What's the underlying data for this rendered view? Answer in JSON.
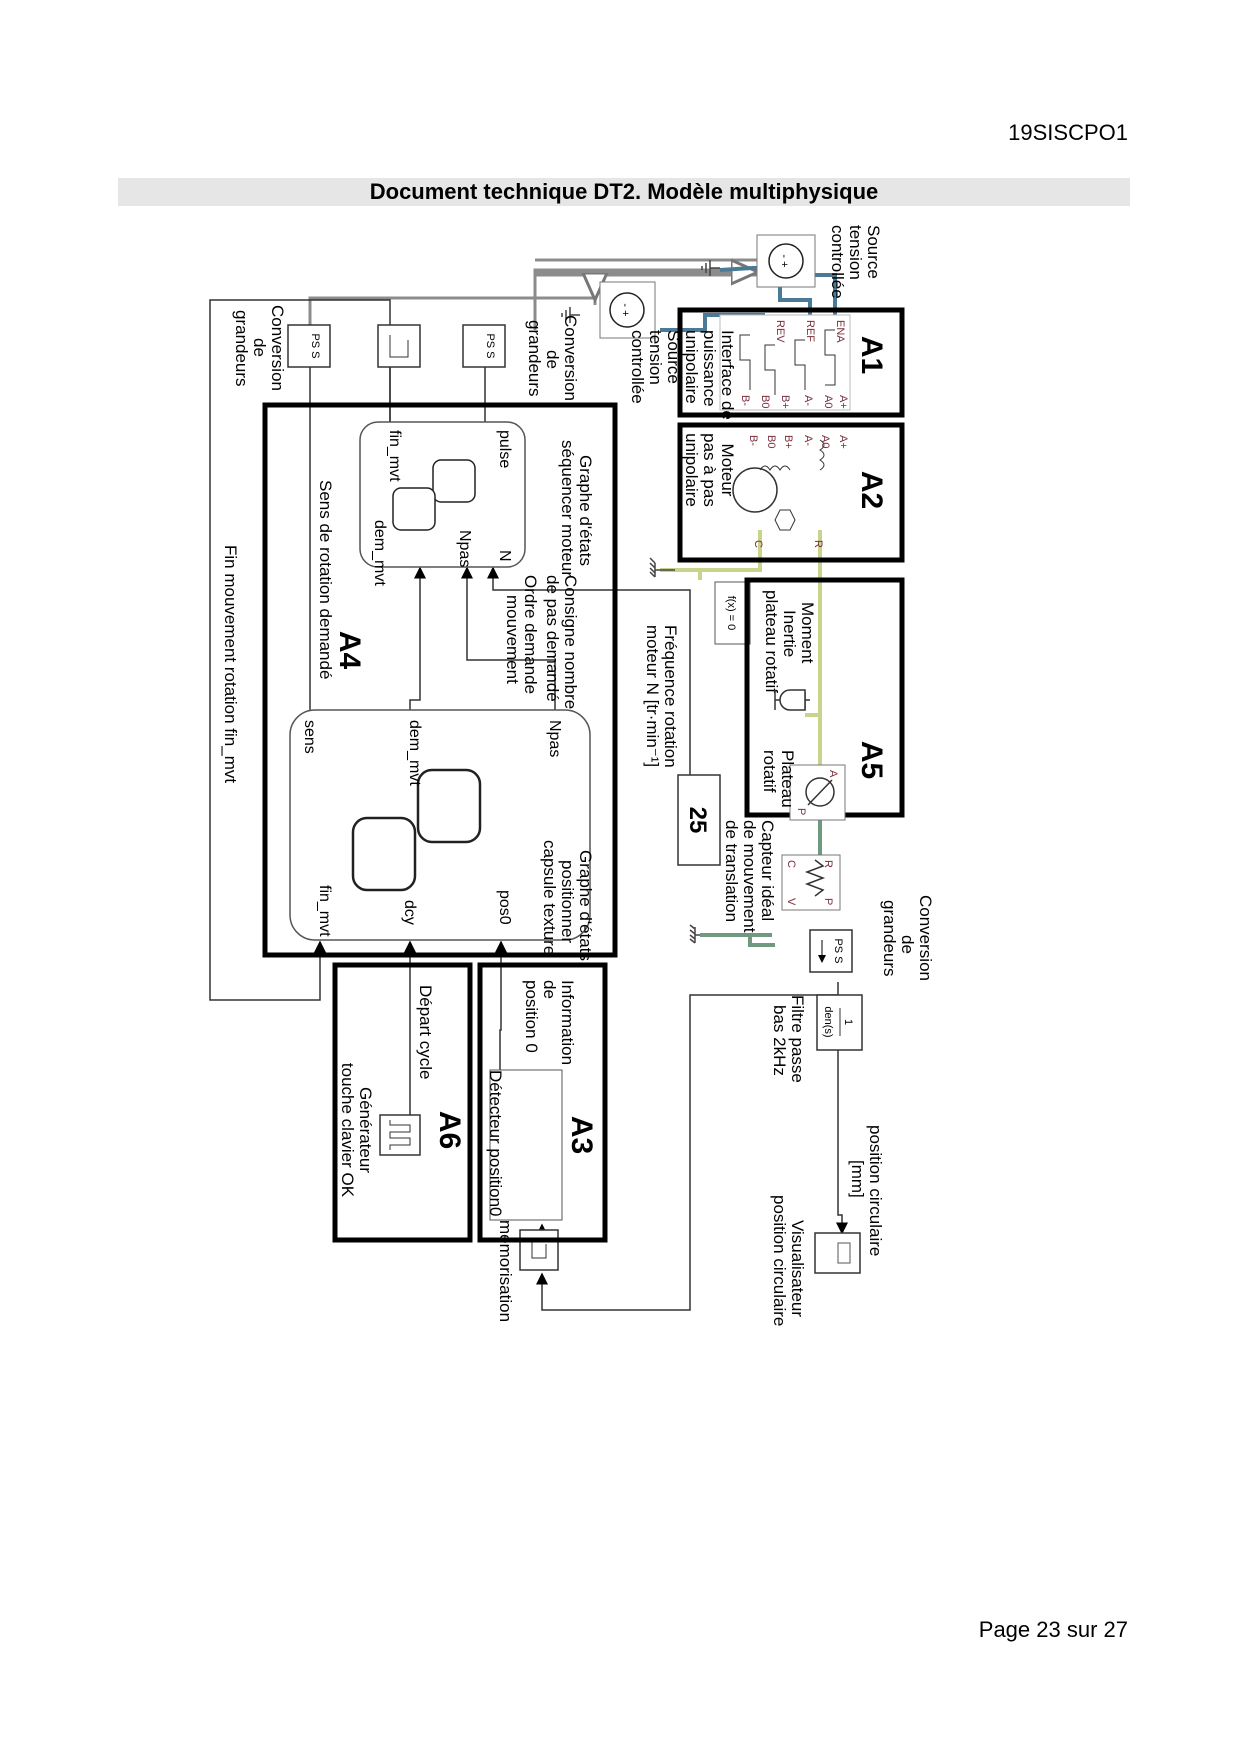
{
  "header": {
    "reference": "19SISCPO1",
    "title": "Document technique DT2. Modèle multiphysique"
  },
  "footer": {
    "page_label": "Page 23 sur 27"
  },
  "colors": {
    "electrical_wire": "#4a7a96",
    "mechanical_rotational_wire": "#c8d48a",
    "mechanical_translational_wire": "#6f9a80",
    "physical_signal_wire": "#8c8c8c",
    "signal_wire": "#333333",
    "pin_label": "#7a2f3a",
    "title_band": "#e6e6e6"
  },
  "subsystems": {
    "A1": {
      "tag": "A1",
      "label_lines": [
        "Interface de",
        "puissance",
        "unipolaire"
      ],
      "pins_in": [
        "ENA",
        "REF",
        "REV"
      ],
      "pins_out": [
        "A+",
        "A0",
        "A-",
        "B+",
        "B0",
        "B-"
      ]
    },
    "A2": {
      "tag": "A2",
      "label_lines": [
        "Moteur",
        "pas à pas",
        "unipolaire"
      ],
      "pins_in": [
        "A+",
        "A0",
        "A-",
        "B+",
        "B0",
        "B-"
      ],
      "pins_out": [
        "R",
        "C"
      ]
    },
    "A3": {
      "tag": "A3",
      "label": "Détecteur position0"
    },
    "A4": {
      "tag": "A4"
    },
    "A5": {
      "tag": "A5",
      "inertia_label_lines": [
        "Moment",
        "Inertie",
        "plateau rotatif"
      ],
      "plate_label_lines": [
        "Plateau",
        "rotatif"
      ],
      "plate_ports": [
        "A",
        "P"
      ]
    },
    "A6": {
      "tag": "A6",
      "label_lines": [
        "Générateur",
        "touche clavier OK"
      ]
    }
  },
  "blocks": {
    "source_1": {
      "label_lines": [
        "Source",
        "tension",
        "controllée"
      ],
      "symbol": "- +"
    },
    "source_2": {
      "label_lines": [
        "Source",
        "tension",
        "controllée"
      ],
      "symbol": "- +"
    },
    "ps_converter_1": {
      "text": "PS S",
      "label_lines": [
        "Conversion",
        "de",
        "grandeurs"
      ]
    },
    "ps_converter_2": {
      "text": "PS S",
      "label_lines": [
        "Conversion",
        "de",
        "grandeurs"
      ]
    },
    "ps_converter_3": {
      "text": "PS S",
      "label_lines": [
        "Conversion",
        "de",
        "grandeurs"
      ]
    },
    "memory_block": {},
    "memorisation_block": {
      "label": "mémorisation"
    },
    "solver_config": {
      "text": "f(x) = 0"
    },
    "constant": {
      "value": "25"
    },
    "sensor": {
      "label_lines": [
        "Capteur idéal",
        "de mouvement",
        "de translation"
      ],
      "ports": [
        "R",
        "C",
        "P",
        "V"
      ]
    },
    "filter": {
      "numerator": "1",
      "denominator": "den(s)",
      "label_lines": [
        "Filtre passe",
        "bas 2kHz"
      ]
    },
    "scope": {
      "label_lines": [
        "Visualisateur",
        "position circulaire"
      ]
    }
  },
  "stateflow": {
    "sequencer": {
      "title_lines": [
        "Graphe d'états",
        "séquencer moteur"
      ],
      "outputs": [
        "pulse",
        "fin_mvt"
      ],
      "inputs": [
        "N",
        "Npas",
        "dem_mvt"
      ]
    },
    "positioner": {
      "title_lines": [
        "Graphe d'états",
        "positionner",
        "capsule texture"
      ],
      "outputs": [
        "Npas",
        "dem_mvt",
        "sens"
      ],
      "inputs": [
        "pos0",
        "dcy",
        "fin_mvt"
      ]
    }
  },
  "signals": {
    "frequency": [
      "Fréquence rotation",
      "moteur N [tr·min⁻¹]"
    ],
    "consigne": [
      "Consigne nombre",
      "de pas demandé"
    ],
    "ordre": [
      "Ordre demande",
      "mouvement"
    ],
    "sens": "Sens de rotation demandé",
    "fin_mvt": "Fin mouvement rotation fin_mvt",
    "position": [
      "position circulaire",
      "[mm]"
    ],
    "info_pos0": [
      "Information",
      "de",
      "position 0"
    ],
    "depart": "Départ cycle"
  }
}
